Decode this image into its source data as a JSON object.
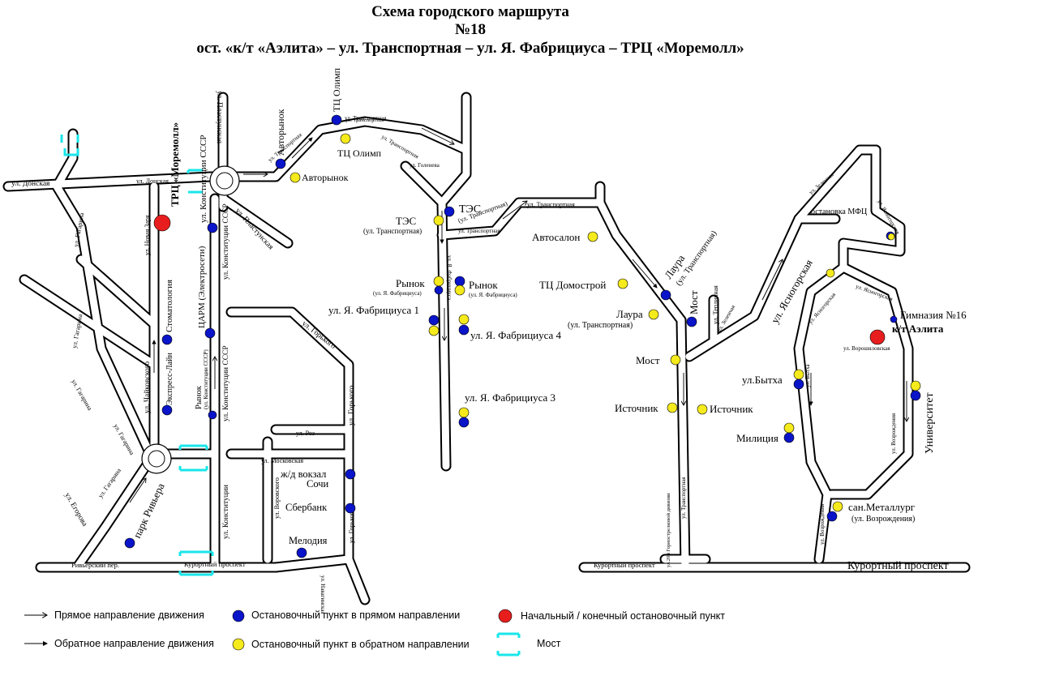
{
  "title": {
    "line1": "Схема городского маршрута",
    "line2": "№18",
    "line3": "ост. «к/т «Аэлита» – ул. Транспортная – ул. Я. Фабрициуса – ТРЦ «Моремолл»"
  },
  "colors": {
    "stop_forward": "#0a14c8",
    "stop_reverse": "#f5ea1c",
    "terminal": "#e81e1e",
    "bridge": "#18e6ea",
    "road": "#cfcfcf"
  },
  "streets": {
    "donskaya": "ул. Донская",
    "donskaya2": "ул. Донская",
    "plastunskaya": "ул. Пластунская",
    "plastunskaya2": "ул. Пластунская",
    "gagarina1": "ул. Гагарина",
    "gagarina2": "ул. Гагарина",
    "gagarina3": "ул. Гагарина",
    "gagarina4": "ул. Гагарина",
    "gagarina5": "ул. Гагарина",
    "novaya_zarya": "ул. Новая Заря",
    "chaikovskogo": "ул. Чайковского",
    "konstitucii1": "ул. Конституции СССР",
    "konstitucii2": "ул. Конституции СССР",
    "konstitucii3": "ул. Конституции СССР",
    "konstitucii4": "ул. Конституции",
    "egorova": "ул. Егорова",
    "rivierskiy": "Ривьерский пер.",
    "kurortny1": "Курортный проспект",
    "kurortny2": "Курортный проспект",
    "kurortny3": "Курортный проспект",
    "gorkogo1": "ул. Горького",
    "gorkogo2": "ул. Горького",
    "gorkogo3": "ул. Горького",
    "roz": "ул. Роз",
    "moskovskaya": "ул. Московская",
    "vorovskogo": "ул. Воровского",
    "navagi": "ул. Навагинская",
    "transportnaya1": "ул. Транспортная",
    "transportnaya2": "ул. Транспортная",
    "transportnaya3": "ул. Транспортная",
    "transportnaya4": "ул. Транспортная",
    "transportnaya5": "ул. Транспортная",
    "goleneva": "ул. Голенева",
    "fabriciusa": "ул. Я. Фабрициуса",
    "teplichnaya": "ул. Тепличная",
    "zelenchaya1": "ул. Зеленчая",
    "zelenchaya2": "ул. Зеленчая",
    "yasnogorskaya1": "ул. Ясногорская",
    "yasnogorskaya2": "ул. Ясногорская",
    "yasnogorskaya3": "ул. Ясногорская",
    "voroshilovskaya": "ул. Ворошиловская",
    "bytha": "ул. Бытха",
    "vozrozhdeniya1": "ул. Возрождения",
    "vozrozhdeniya2": "ул. Возрождения",
    "gornoozernaya": "ул.20й Горнострелковой дивизии",
    "plastunskaya_v": "ул. Пластунская"
  },
  "stops": {
    "trc": "ТРЦ «Моремолл»",
    "stomatologiya": "Стоматология",
    "express": "Экспресс-Лайн",
    "konst": "ул. Конституции СССР",
    "carm": "ЦАРМ (Электросети)",
    "rynok_k": "Рынок",
    "rynok_k_sub": "(ул. Конституции СССР)",
    "park": "парк Ривьера",
    "avtorynok1": "Авторынок",
    "avtorynok2": "Авторынок",
    "tc_olimp1": "ТЦ Олимп",
    "tc_olimp2": "ТЦ Олимп",
    "tc_olimp_sub": "ул. Транспортная",
    "tes1": "ТЭС",
    "tes1_sub": "(ул. Транспортная)",
    "tes2": "ТЭС",
    "tes2_sub": "(ул. Транспортная)",
    "rynok1": "Рынок",
    "rynok1_sub": "(ул. Я. Фабрициуса)",
    "rynok2": "Рынок",
    "rynok2_sub": "(ул. Я. Фабрициуса)",
    "fabr1": "ул. Я. Фабрициуса 1",
    "fabr4": "ул. Я. Фабрициуса 4",
    "fabr3": "ул. Я. Фабрициуса 3",
    "zhd": "ж/д вокзал",
    "sochi": "Сочи",
    "sberbank": "Сбербанк",
    "melodiya": "Мелодия",
    "avtosalon": "Автосалон",
    "tc_domostroy": "ТЦ Домострой",
    "laura1": "Лаура",
    "laura1_sub": "(ул. Транспортная)",
    "laura2": "Лаура",
    "laura2_sub": "(ул. Транспортная)",
    "most1": "Мост",
    "most2": "Мост",
    "istochnik1": "Источник",
    "istochnik2": "Источник",
    "mfc": "остановка МФЦ",
    "gimnaziya": "Гимназия №16",
    "aelita": "к/т Аэлита",
    "bytha_stop": "ул.Бытха",
    "miliciya": "Милиция",
    "universitet": "Университет",
    "metallurg": "сан.Металлург",
    "metallurg_sub": "(ул. Возрождения)"
  },
  "legend": {
    "forward": "Прямое направление движения",
    "reverse": "Обратное направление движения",
    "stop_forward": "Остановочный пункт в прямом направлении",
    "stop_reverse": "Остановочный пункт в обратном направлении",
    "terminal": "Начальный / конечный остановочный пункт",
    "bridge": "Мост"
  }
}
